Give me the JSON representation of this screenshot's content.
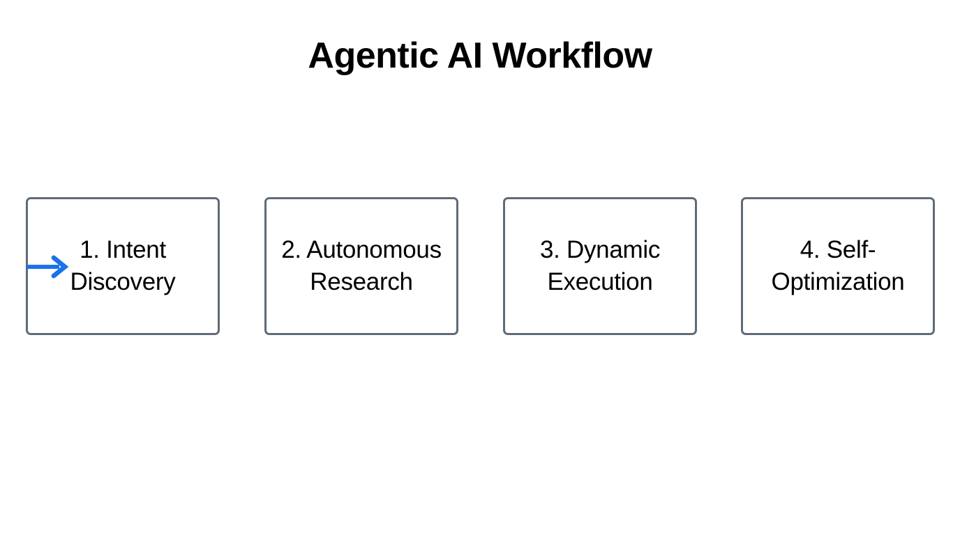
{
  "diagram": {
    "title": "Agentic AI Workflow",
    "type": "horizontal-flowchart",
    "background_color": "#ffffff",
    "node_border_color": "#5f6b7a",
    "node_fill_color": "#ffffff",
    "arrow_color": "#1a73e8",
    "text_color": "#000000",
    "nodes": [
      {
        "id": "step-1",
        "label": "1. Intent Discovery",
        "order": 1
      },
      {
        "id": "step-2",
        "label": "2. Autonomous Research",
        "order": 2
      },
      {
        "id": "step-3",
        "label": "3. Dynamic Execution",
        "order": 3
      },
      {
        "id": "step-4",
        "label": "4. Self-Optimization",
        "order": 4
      }
    ],
    "connectors": [
      {
        "id": "arrow-1",
        "from": "step-1",
        "to": "step-2",
        "style": "solid-arrow-right"
      },
      {
        "id": "arrow-2",
        "from": "step-2",
        "to": "step-3",
        "style": "solid-arrow-right"
      },
      {
        "id": "arrow-3",
        "from": "step-3",
        "to": "step-4",
        "style": "solid-arrow-right"
      }
    ]
  }
}
